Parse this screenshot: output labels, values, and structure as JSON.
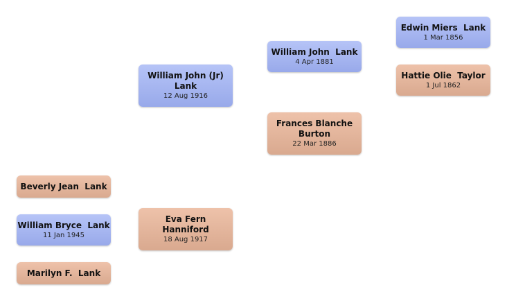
{
  "people": {
    "william_john_jr": {
      "name": "William John (Jr)\nLank",
      "date": "12 Aug 1916"
    },
    "eva_fern": {
      "name": "Eva Fern\nHanniford",
      "date": "18 Aug 1917"
    },
    "william_john": {
      "name": "William John  Lank",
      "date": "4 Apr 1881"
    },
    "frances_blanche": {
      "name": "Frances Blanche\nBurton",
      "date": "22 Mar 1886"
    },
    "edwin_miers": {
      "name": "Edwin Miers  Lank",
      "date": "1 Mar 1856"
    },
    "hattie_olie": {
      "name": "Hattie Olie  Taylor",
      "date": "1 Jul 1862"
    },
    "beverly_jean": {
      "name": "Beverly Jean  Lank"
    },
    "william_bryce": {
      "name": "William Bryce  Lank",
      "date": "11 Jan 1945"
    },
    "marilyn": {
      "name": "Marilyn F.  Lank"
    }
  },
  "colors": {
    "male": "#a7b6f0",
    "female": "#e4b59c"
  }
}
